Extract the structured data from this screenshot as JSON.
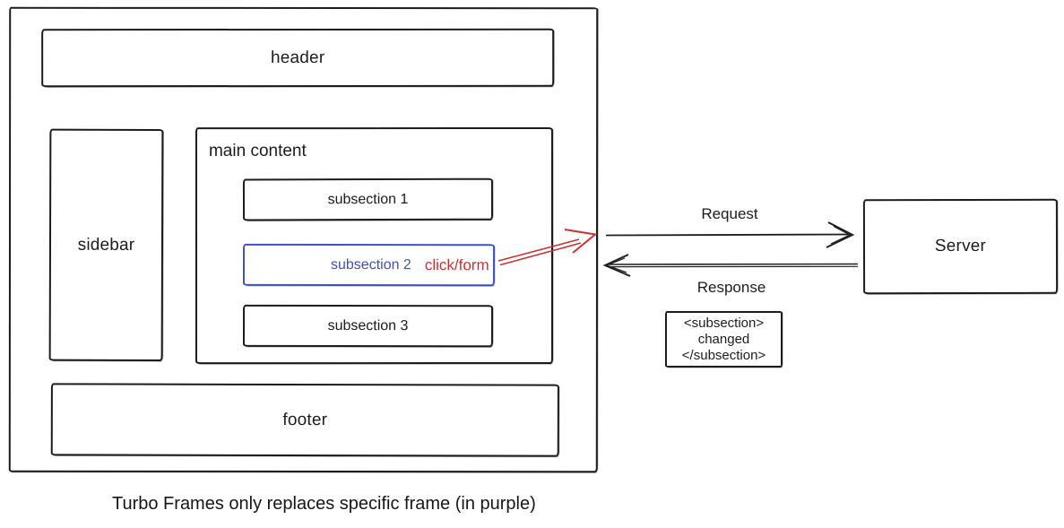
{
  "page": {
    "header": "header",
    "sidebar": "sidebar",
    "main_content": "main content",
    "subsection_1": "subsection 1",
    "subsection_2": "subsection 2",
    "subsection_2_action": "click/form",
    "subsection_3": "subsection 3",
    "footer": "footer"
  },
  "flow": {
    "request": "Request",
    "response": "Response",
    "server": "Server",
    "payload_lines": [
      "<subsection>",
      "changed",
      "</subsection>"
    ]
  },
  "caption": "Turbo Frames only replaces specific frame (in purple)",
  "colors": {
    "highlight_frame_blue": "#3d52c5",
    "action_red": "#cb3232",
    "stroke_black": "#1c1c1c"
  }
}
